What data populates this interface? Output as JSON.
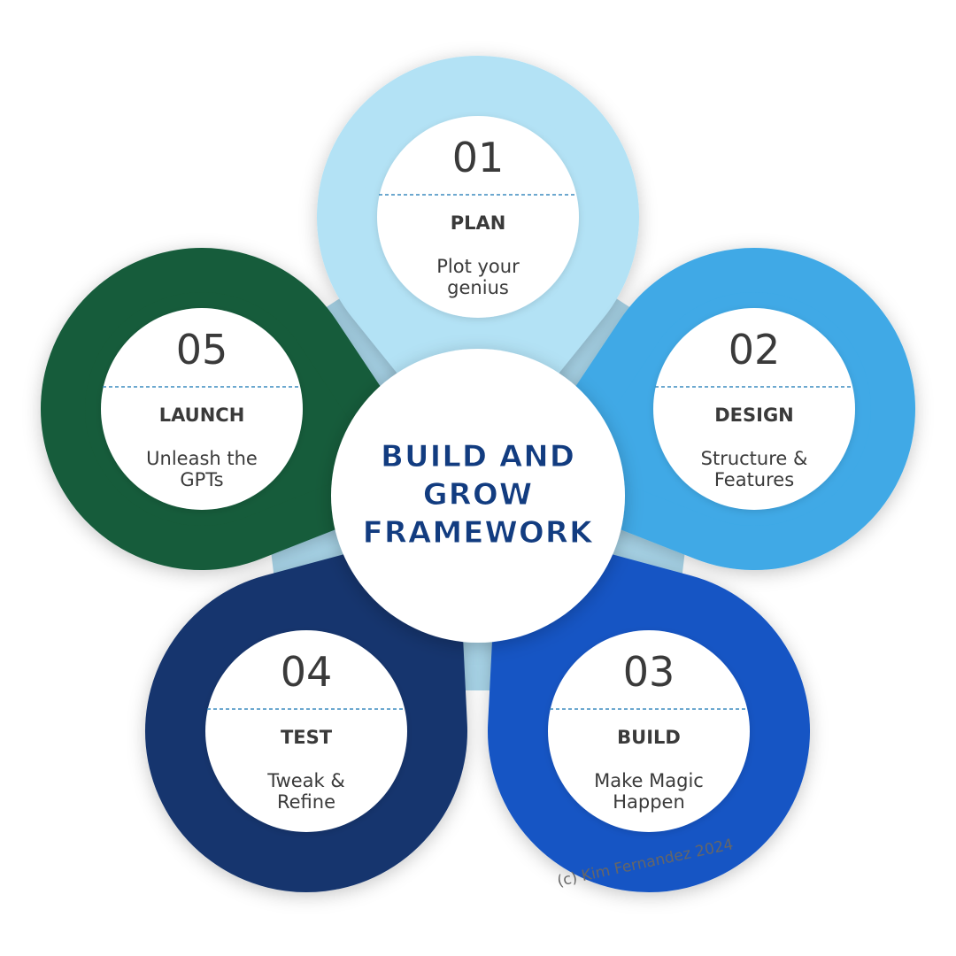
{
  "center": {
    "title_lines": [
      "BUILD AND",
      "GROW",
      "FRAMEWORK"
    ]
  },
  "steps": [
    {
      "number": "01",
      "title": "PLAN",
      "desc": [
        "Plot your",
        "genius"
      ],
      "color": "#B3E2F5"
    },
    {
      "number": "02",
      "title": "DESIGN",
      "desc": [
        "Structure &",
        "Features"
      ],
      "color": "#3FA9E6"
    },
    {
      "number": "03",
      "title": "BUILD",
      "desc": [
        "Make Magic",
        "Happen"
      ],
      "color": "#1455C4"
    },
    {
      "number": "04",
      "title": "TEST",
      "desc": [
        "Tweak &",
        "Refine"
      ],
      "color": "#14356E"
    },
    {
      "number": "05",
      "title": "LAUNCH",
      "desc": [
        "Unleash the",
        "GPTs"
      ],
      "color": "#135B3A"
    }
  ],
  "colors": {
    "pentagon": "#A8D4E8",
    "center_text": "#123C80",
    "divider": "#3C8BBF"
  },
  "credit": "(c) Kim Fernandez 2024"
}
